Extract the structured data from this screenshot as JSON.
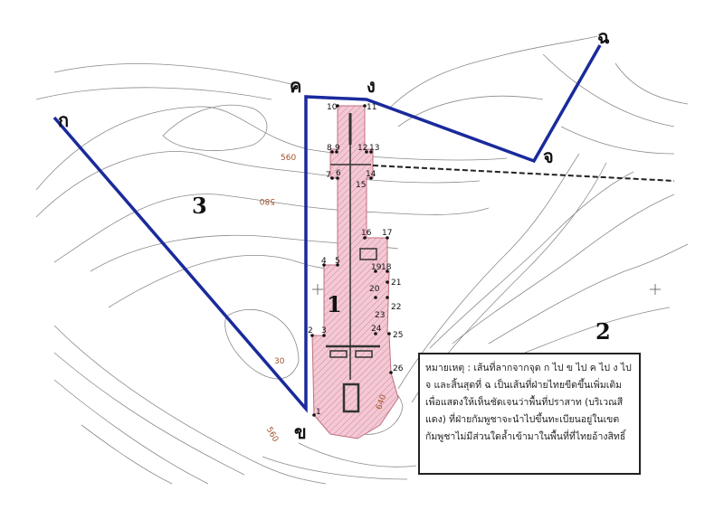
{
  "corners": {
    "ka": "ก",
    "kho": "ข",
    "kho_khwai": "ค",
    "ngo": "ง",
    "cho": "จ",
    "cho_ching": "ฉ"
  },
  "zones": {
    "z1": "1",
    "z2": "2",
    "z3": "3"
  },
  "elevations": [
    "560",
    "580",
    "30",
    "640",
    "560"
  ],
  "points": [
    "1",
    "2",
    "3",
    "4",
    "5",
    "6",
    "7",
    "8",
    "9",
    "10",
    "11",
    "12",
    "13",
    "14",
    "15",
    "16",
    "17",
    "18",
    "19",
    "20",
    "21",
    "22",
    "23",
    "24",
    "25",
    "26"
  ],
  "legend": {
    "text": "หมายเหตุ : เส้นที่ลากจากจุด ก ไป ข ไป ค ไป ง ไป จ และสิ้นสุดที่ ฉ เป็นเส้นที่ฝ่ายไทยขีดขึ้นเพิ่มเติม เพื่อแสดงให้เห็นชัดเจนว่าพื้นที่ปราสาท (บริเวณสีแดง) ที่ฝ่ายกัมพูชาจะนำไปขึ้นทะเบียนอยู่ในเขตกัมพูชาไม่มีส่วนใดล้ำเข้ามาในพื้นที่ที่ไทยอ้างสิทธิ์"
  },
  "colors": {
    "boundary": "#1a2a9c",
    "temple_fill": "#f4c8d4",
    "temple_stroke": "#c0707f"
  }
}
